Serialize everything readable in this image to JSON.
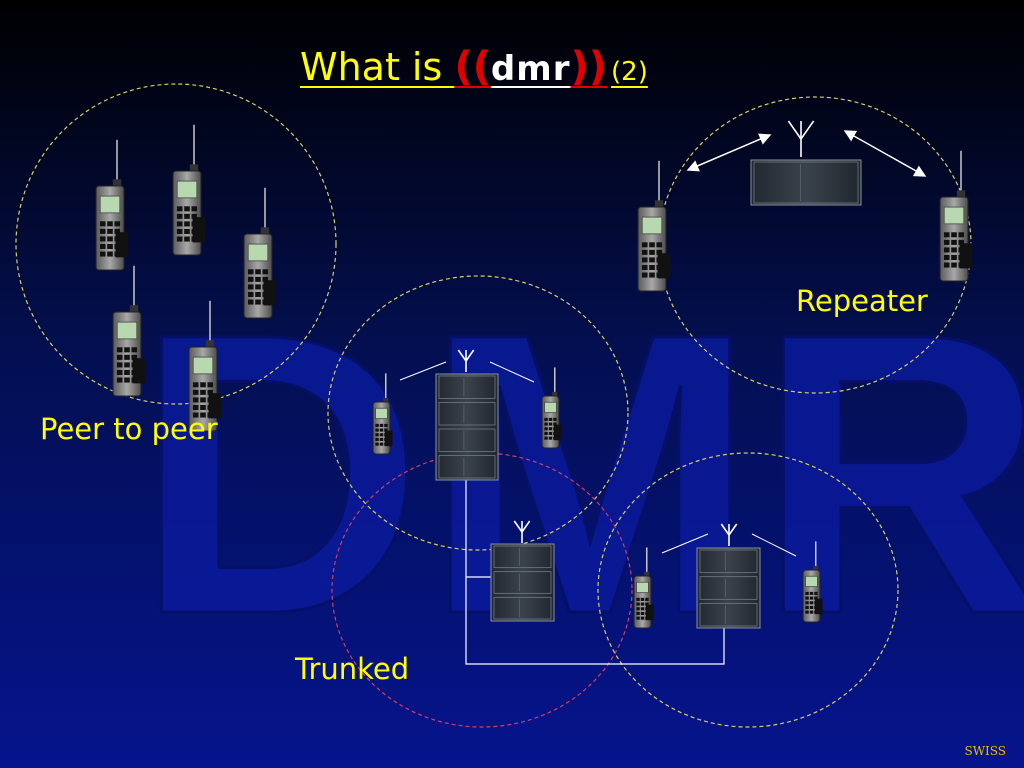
{
  "title": {
    "prefix": "What is ",
    "open": "((",
    "word": "dmr",
    "close": "))",
    "suffix": "(2)"
  },
  "watermark": "DMR",
  "labels": {
    "peer_to_peer": "Peer to peer",
    "repeater": "Repeater",
    "trunked": "Trunked"
  },
  "footer": "SWISS",
  "colors": {
    "title": "#ffff00",
    "paren": "#e00000",
    "circle_yellow": "#d8d060",
    "circle_red": "#d04060",
    "background_top": "#000000",
    "background_bottom": "#06148e"
  }
}
